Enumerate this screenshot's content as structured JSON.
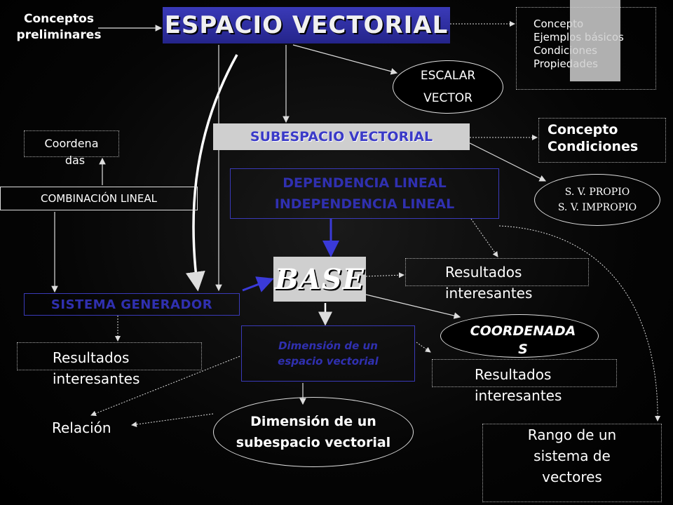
{
  "diagram": {
    "title": "ESPACIO VECTORIAL",
    "preliminares": [
      "Conceptos",
      "preliminares"
    ],
    "concept_list": [
      "Concepto",
      "Ejemplos básicos",
      "Condiciones",
      "Propiedades"
    ],
    "escalar_vector": [
      "ESCALAR",
      "VECTOR"
    ],
    "subespacio": "SUBESPACIO VECTORIAL",
    "concepto_condiciones": [
      "Concepto",
      "Condiciones"
    ],
    "sv_propio": [
      "S. V.  PROPIO",
      "S. V. IMPROPIO"
    ],
    "coordenadas_box": [
      "Coordena",
      "das"
    ],
    "combinacion": "COMBINACIÓN LINEAL",
    "dependencia": [
      "DEPENDENCIA LINEAL",
      "INDEPENDENCIA LINEAL"
    ],
    "base": "BASE",
    "sistema_generador": "SISTEMA GENERADOR",
    "resultados_1": [
      "Resultados",
      "interesantes"
    ],
    "coordenadas": [
      "COORDENADA",
      "S"
    ],
    "dimension_espacio": [
      "Dimensión de un",
      "espacio vectorial"
    ],
    "resultados_2": [
      "Resultados",
      "interesantes"
    ],
    "resultados_3": [
      "Resultados",
      "interesantes"
    ],
    "relacion": "Relación",
    "dimension_subespacio": [
      "Dimensión de un",
      "subespacio vectorial"
    ],
    "rango": [
      "Rango de un",
      "sistema de",
      "vectores"
    ]
  },
  "colors": {
    "blue_box": "#2a2a9a",
    "blue_text": "#3030b0",
    "gray_box": "#cfcfcf",
    "line": "#dddddd"
  }
}
